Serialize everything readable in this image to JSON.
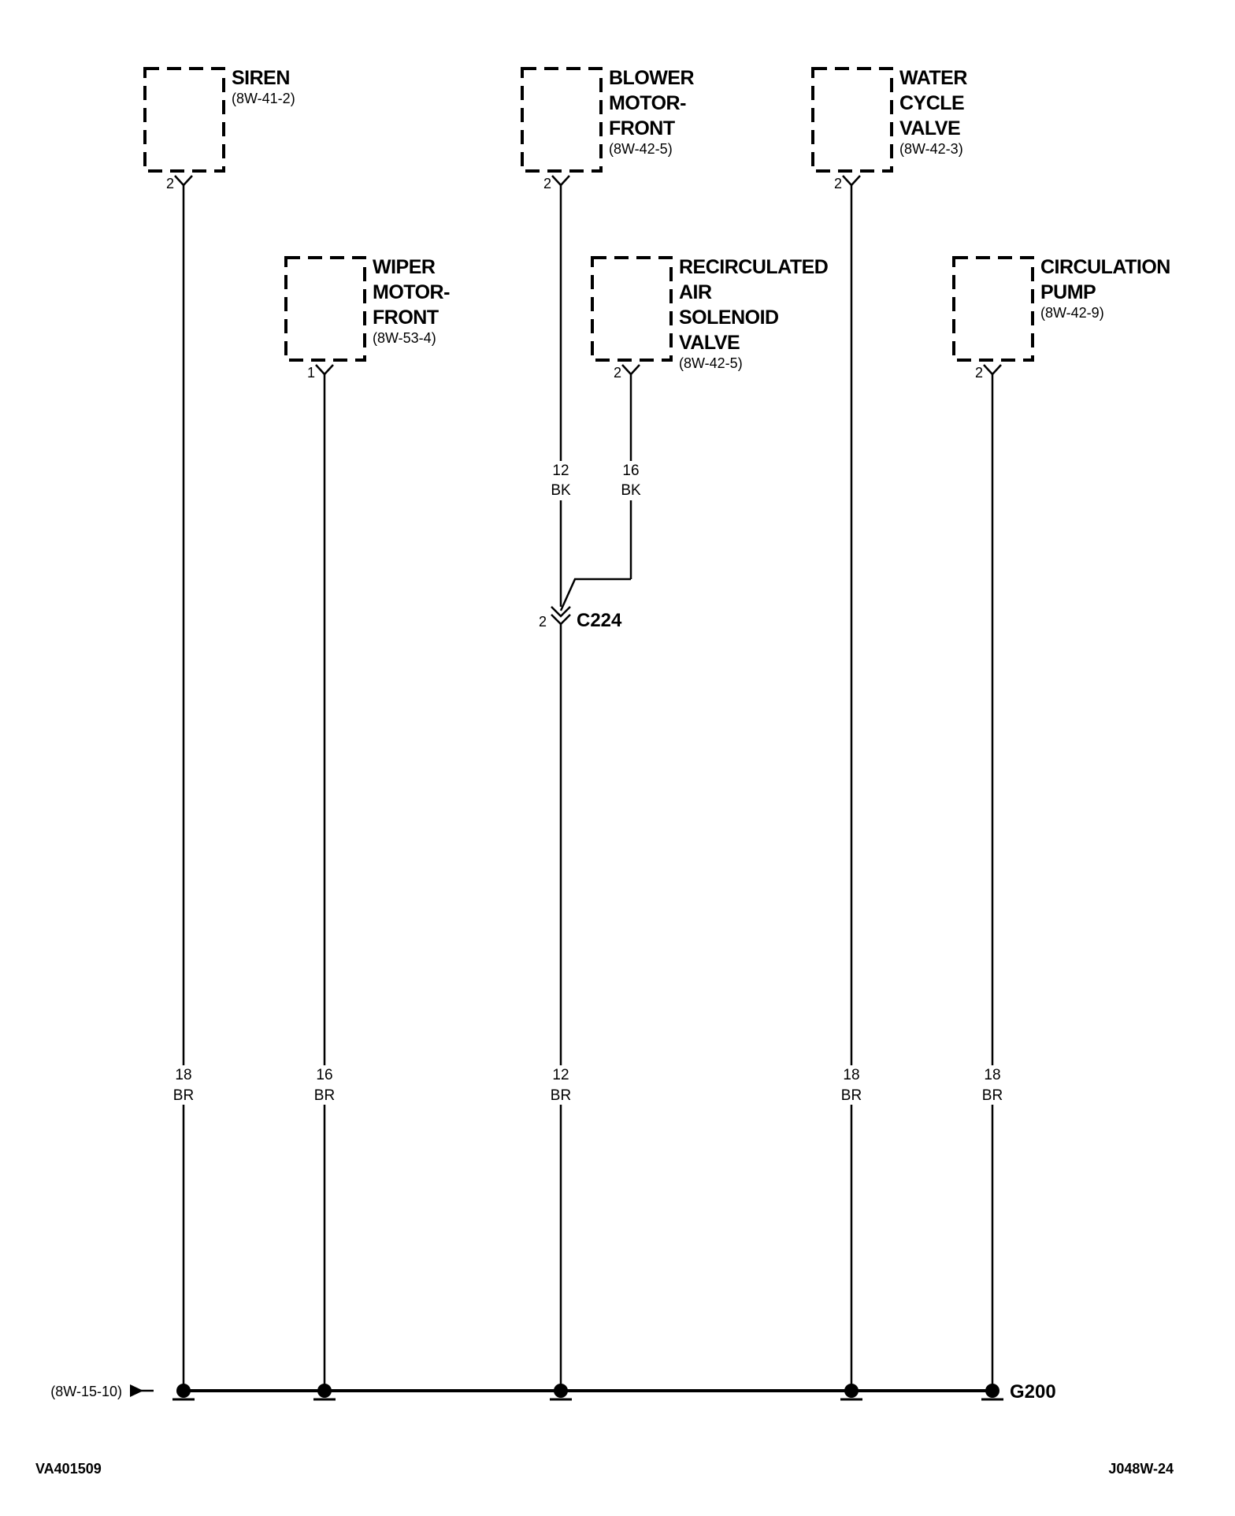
{
  "diagram_id": "VA401509",
  "page_code": "J048W-24",
  "components": [
    {
      "id": "siren",
      "name_lines": [
        "SIREN"
      ],
      "ref": "(8W-41-2)",
      "pin": "2"
    },
    {
      "id": "blower",
      "name_lines": [
        "BLOWER",
        "MOTOR-",
        "FRONT"
      ],
      "ref": "(8W-42-5)",
      "pin": "2"
    },
    {
      "id": "water",
      "name_lines": [
        "WATER",
        "CYCLE",
        "VALVE"
      ],
      "ref": "(8W-42-3)",
      "pin": "2"
    },
    {
      "id": "wiper",
      "name_lines": [
        "WIPER",
        "MOTOR-",
        "FRONT"
      ],
      "ref": "(8W-53-4)",
      "pin": "1"
    },
    {
      "id": "recirc",
      "name_lines": [
        "RECIRCULATED",
        "AIR",
        "SOLENOID",
        "VALVE"
      ],
      "ref": "(8W-42-5)",
      "pin": "2"
    },
    {
      "id": "pump",
      "name_lines": [
        "CIRCULATION",
        "PUMP"
      ],
      "ref": "(8W-42-9)",
      "pin": "2"
    }
  ],
  "upper_wires": [
    {
      "id": "blower-upper",
      "gauge": "12",
      "color": "BK"
    },
    {
      "id": "recirc-upper",
      "gauge": "16",
      "color": "BK"
    }
  ],
  "connector": {
    "name": "C224",
    "pin": "2"
  },
  "lower_wires": [
    {
      "id": "siren",
      "gauge": "18",
      "color": "BR"
    },
    {
      "id": "wiper",
      "gauge": "16",
      "color": "BR"
    },
    {
      "id": "c224",
      "gauge": "12",
      "color": "BR"
    },
    {
      "id": "water",
      "gauge": "18",
      "color": "BR"
    },
    {
      "id": "pump",
      "gauge": "18",
      "color": "BR"
    }
  ],
  "ground": {
    "name": "G200",
    "source_ref": "(8W-15-10)"
  }
}
